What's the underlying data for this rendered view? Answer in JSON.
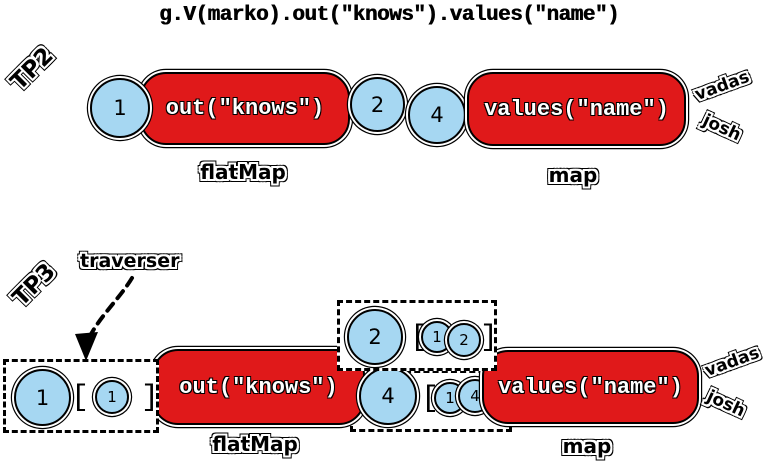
{
  "title": "g.V(marko).out(\"knows\").values(\"name\")",
  "colors": {
    "step_red": "#e0191a",
    "traverser_blue": "#a6d7f2",
    "outline_black": "#000000",
    "background": "#ffffff"
  },
  "tp2": {
    "label": "TP2",
    "out_step_label": "out(\"knows\")",
    "values_step_label": "values(\"name\")",
    "flatmap_label": "flatMap",
    "map_label": "map",
    "traverser_in": "1",
    "traverser_mid_1": "2",
    "traverser_mid_2": "4",
    "output_1": "vadas",
    "output_2": "josh"
  },
  "tp3": {
    "label": "TP3",
    "traverser_label": "traverser",
    "out_step_label": "out(\"knows\")",
    "values_step_label": "values(\"name\")",
    "flatmap_label": "flatMap",
    "map_label": "map",
    "input_traverser": {
      "value": "1",
      "open": "[",
      "bulk_1": "1",
      "close": "]"
    },
    "mid_traverser_top": {
      "value": "2",
      "open": "[",
      "bulk_1": "1",
      "bulk_2": "2",
      "close": "]"
    },
    "mid_traverser_bottom": {
      "value": "4",
      "open": "[",
      "bulk_1": "1",
      "bulk_2": "4"
    },
    "output_1": "vadas",
    "output_2": "josh"
  }
}
